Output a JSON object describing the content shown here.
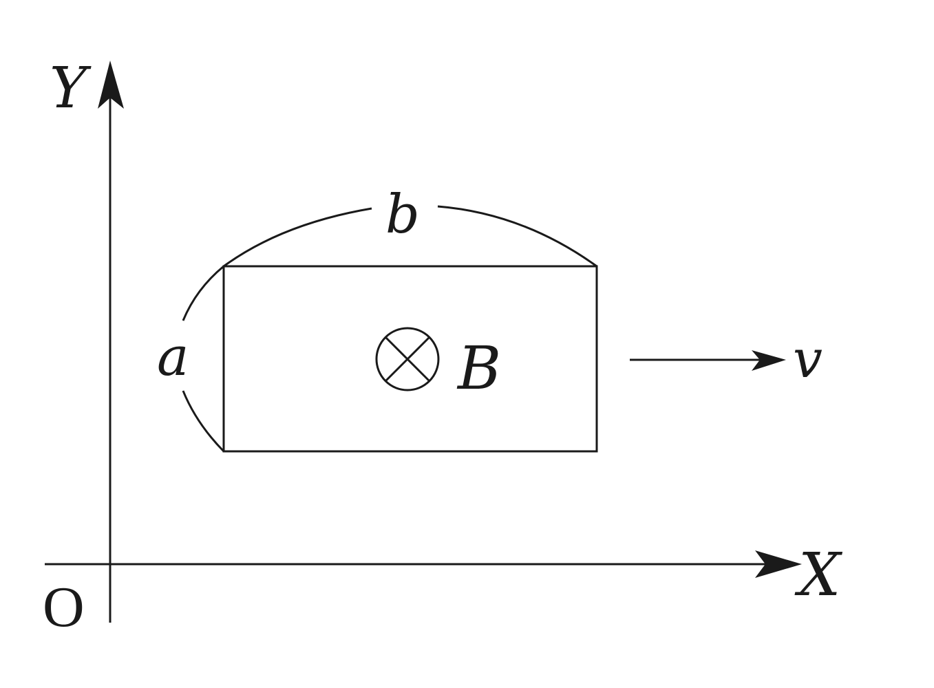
{
  "diagram": {
    "axis_labels": {
      "y": "Y",
      "x": "X",
      "origin": "O"
    },
    "dimension_labels": {
      "width": "b",
      "height": "a"
    },
    "field_label": "B",
    "field_direction": "into-page",
    "velocity_label": "v",
    "colors": {
      "stroke": "#1a1a1a",
      "background": "#ffffff"
    }
  }
}
